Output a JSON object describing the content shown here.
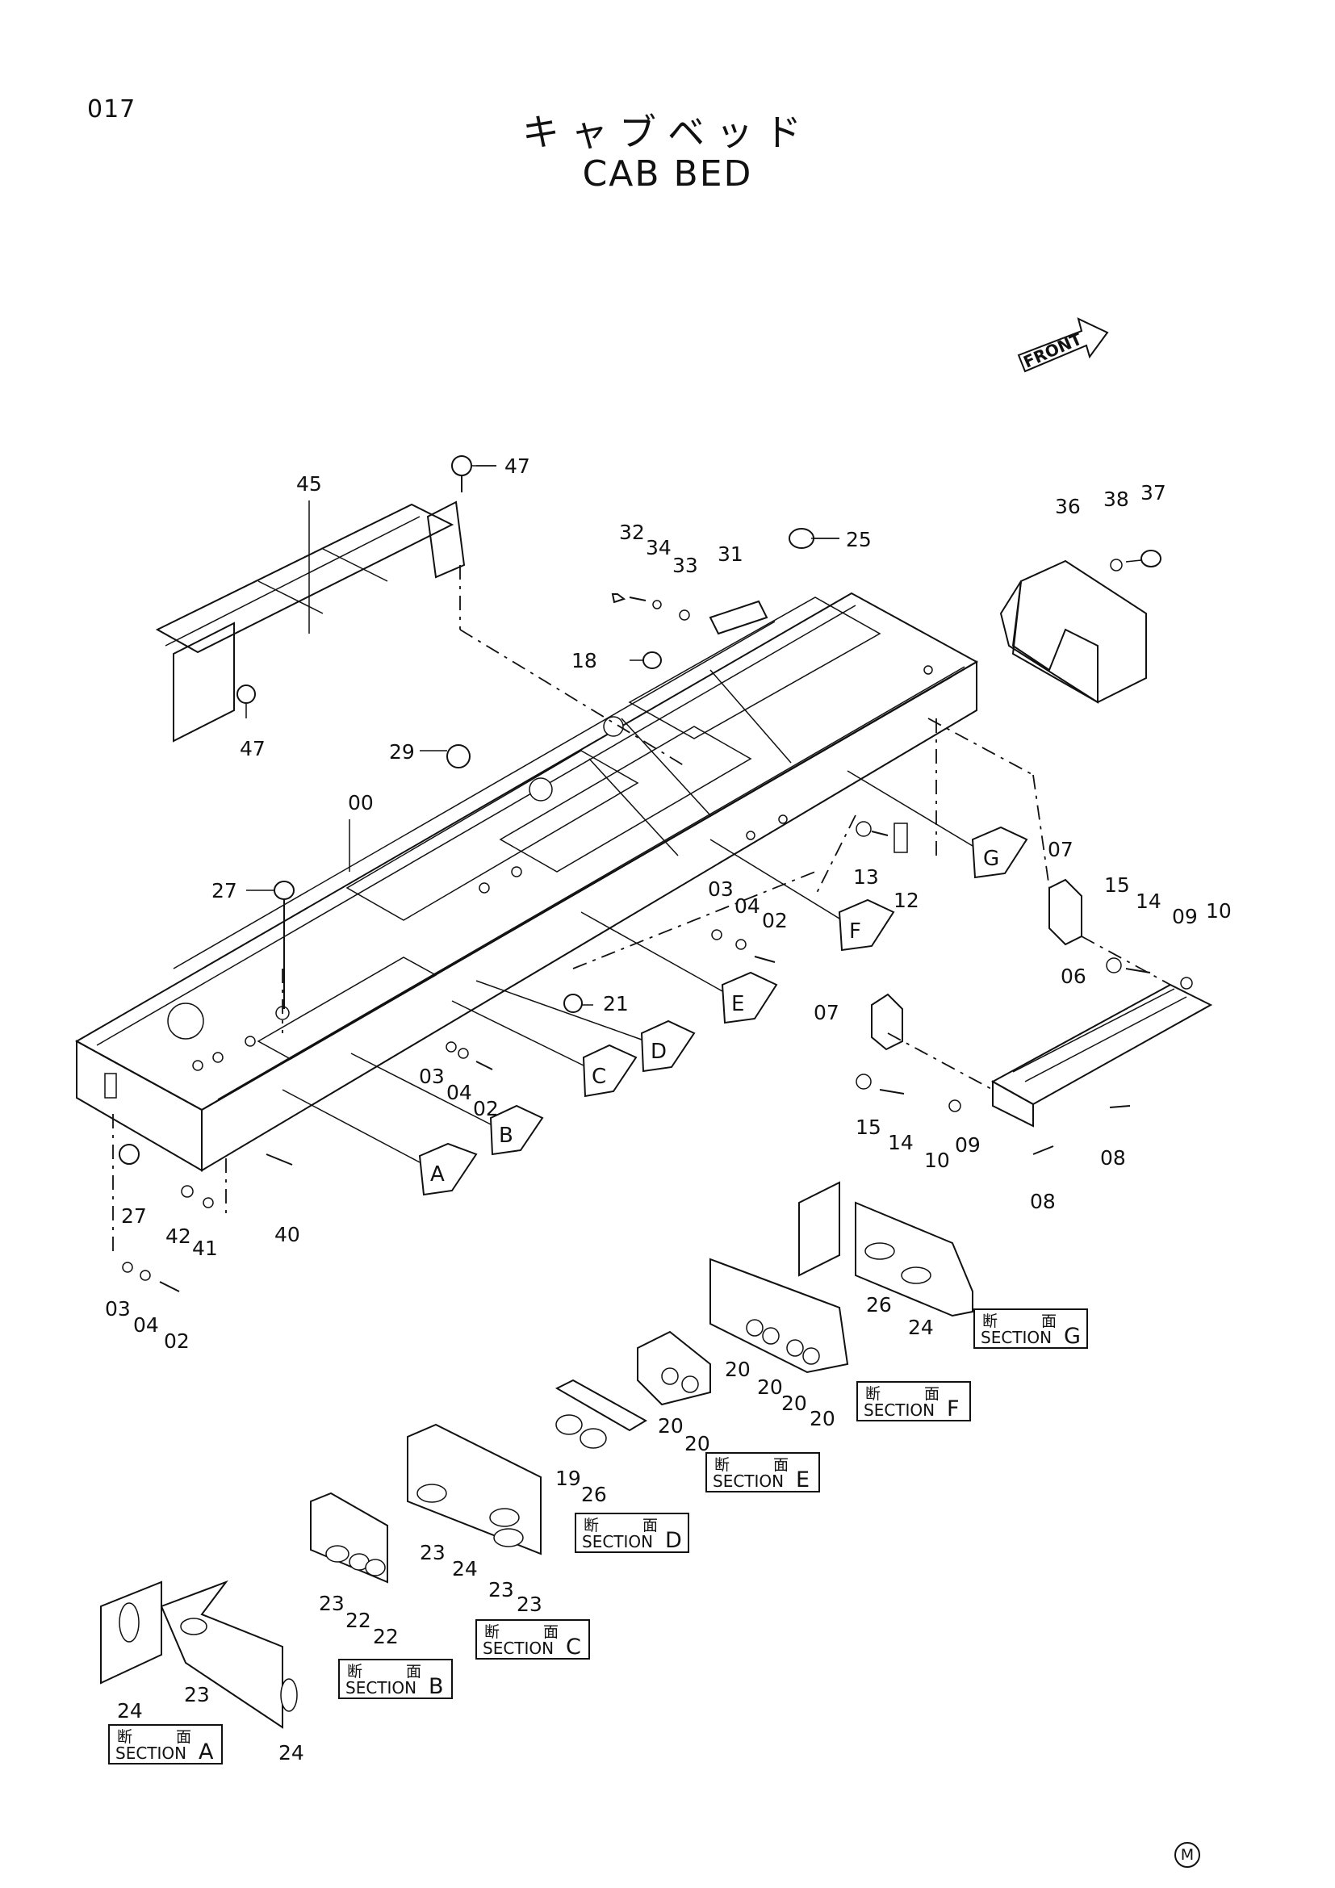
{
  "page": {
    "number": "017",
    "title_jp": "キャブベッド",
    "title_en": "CAB BED",
    "mark": "M"
  },
  "front_label": "FRONT",
  "section_kanji": [
    "断",
    "面"
  ],
  "section_word": "SECTION",
  "section_tags": [
    "A",
    "B",
    "C",
    "D",
    "E",
    "F",
    "G"
  ],
  "parts": {
    "p00": "00",
    "p47a": "47",
    "p47b": "47",
    "p45": "45",
    "p29": "29",
    "p27a": "27",
    "p27b": "27",
    "p32": "32",
    "p34": "34",
    "p33": "33",
    "p31": "31",
    "p25": "25",
    "p18": "18",
    "p36": "36",
    "p38": "38",
    "p37": "37",
    "p13": "13",
    "p12": "12",
    "p07a": "07",
    "p07b": "07",
    "p15a": "15",
    "p14a": "14",
    "p09a": "09",
    "p10a": "10",
    "p06": "06",
    "p15b": "15",
    "p14b": "14",
    "p10b": "10",
    "p09b": "09",
    "p08a": "08",
    "p08b": "08",
    "p03a": "03",
    "p04a": "04",
    "p02a": "02",
    "p21": "21",
    "p03b": "03",
    "p04b": "04",
    "p02b": "02",
    "p40": "40",
    "p42": "42",
    "p41": "41",
    "p03c": "03",
    "p04c": "04",
    "p02c": "02",
    "p26g": "26",
    "p24g": "24",
    "p20f1": "20",
    "p20f2": "20",
    "p20f3": "20",
    "p20f4": "20",
    "p20e1": "20",
    "p20e2": "20",
    "p19": "19",
    "p26d": "26",
    "p23c1": "23",
    "p24c": "24",
    "p23c2": "23",
    "p23c3": "23",
    "p23b": "23",
    "p22b1": "22",
    "p22b2": "22",
    "p24a1": "24",
    "p23a": "23",
    "p24a2": "24"
  }
}
